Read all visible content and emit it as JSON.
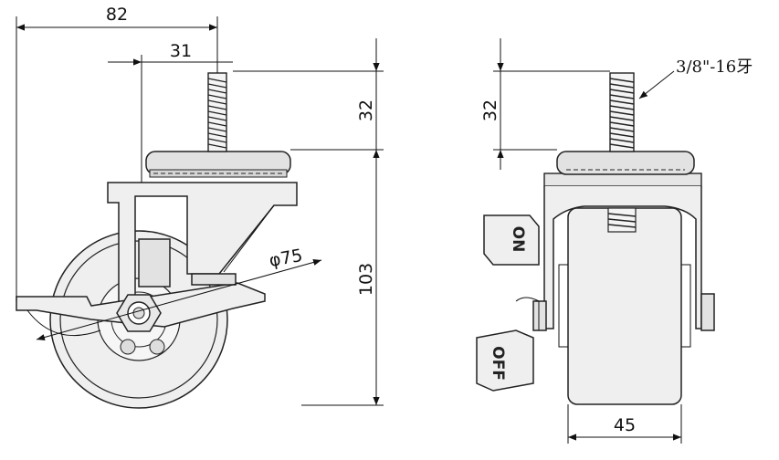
{
  "dimensions": {
    "overall_width": "82",
    "offset": "31",
    "stem_height_side": "32",
    "total_height": "103",
    "wheel_diameter": "φ75",
    "stem_height_front": "32",
    "wheel_width": "45"
  },
  "thread_note": "3/8\"-16牙",
  "brake_labels": {
    "on": "ON",
    "off": "OFF"
  }
}
